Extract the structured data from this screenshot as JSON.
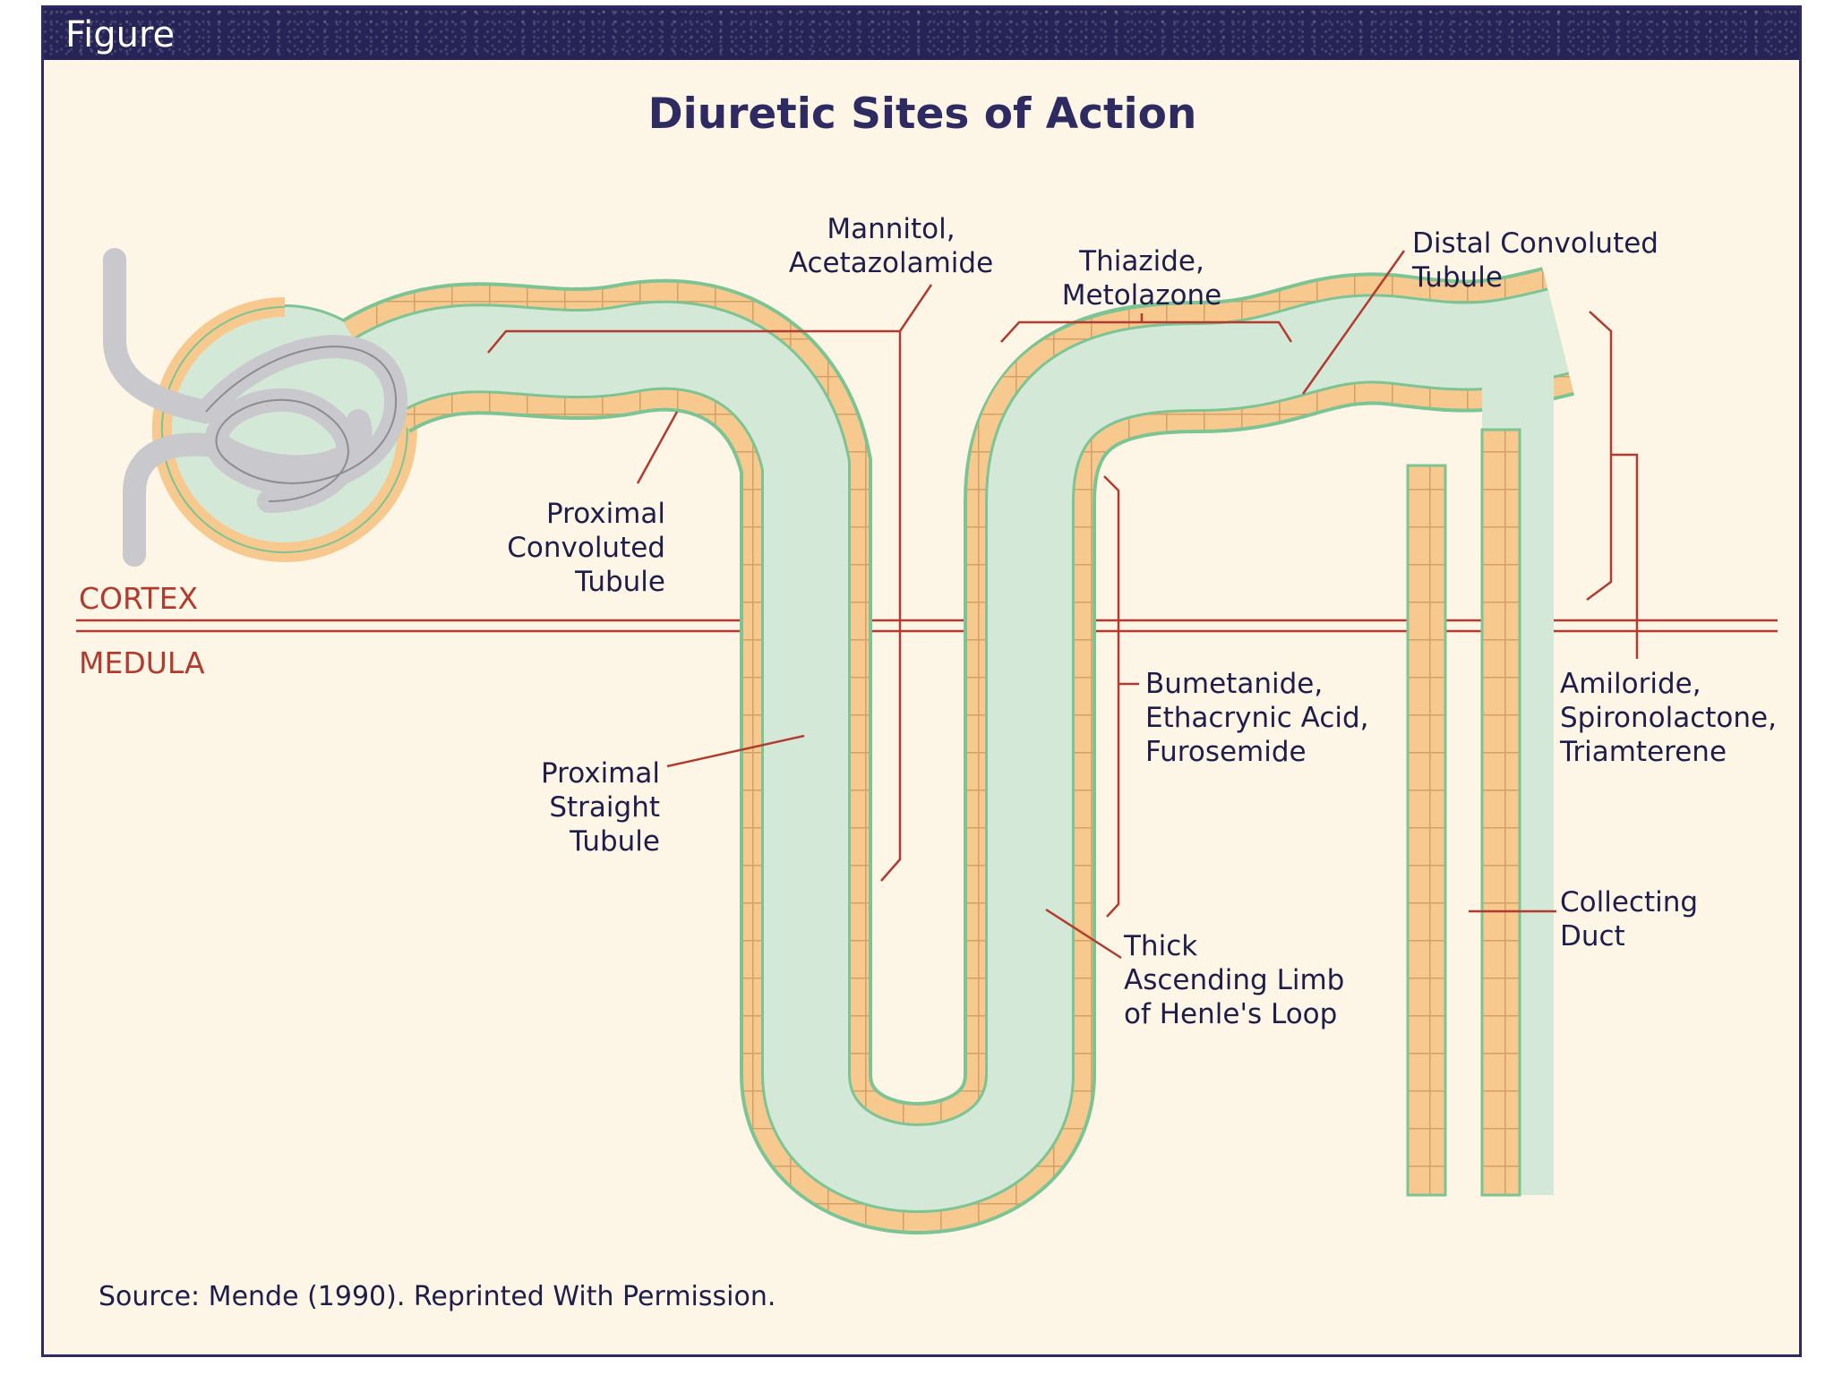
{
  "header": {
    "label": "Figure"
  },
  "title": "Diuretic Sites of Action",
  "zones": {
    "cortex": "CORTEX",
    "medulla": "MEDULA"
  },
  "structures": {
    "proximal_convoluted": [
      "Proximal",
      "Convoluted",
      "Tubule"
    ],
    "proximal_straight": [
      "Proximal",
      "Straight",
      "Tubule"
    ],
    "thick_ascending": [
      "Thick",
      "Ascending Limb",
      "of Henle's Loop"
    ],
    "distal_convoluted": [
      "Distal Convoluted",
      "Tubule"
    ],
    "collecting_duct": [
      "Collecting",
      "Duct"
    ]
  },
  "drugs": {
    "mannitol": [
      "Mannitol,",
      "Acetazolamide"
    ],
    "thiazide": [
      "Thiazide,",
      "Metolazone"
    ],
    "loop": [
      "Bumetanide,",
      "Ethacrynic Acid,",
      "Furosemide"
    ],
    "potassium_sparing": [
      "Amiloride,",
      "Spironolactone,",
      "Triamterene"
    ]
  },
  "source": "Source: Mende (1990). Reprinted With Permission.",
  "colors": {
    "frame": "#2e2a62",
    "background": "#fdf6e6",
    "lumen": "#d3e8d6",
    "wall": "#f8c98e",
    "outline": "#7cc493",
    "vessel": "#c9c8cc",
    "pointer": "#b23a2e"
  }
}
